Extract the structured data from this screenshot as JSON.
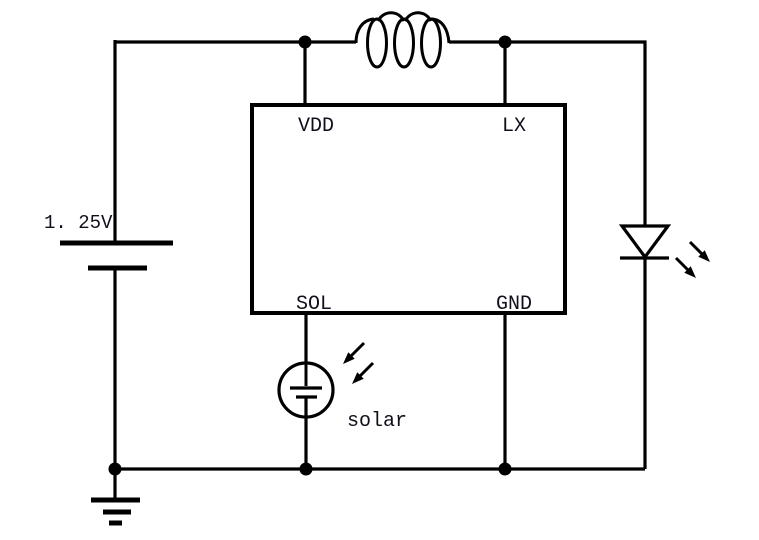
{
  "schematic": {
    "background_color": "#ffffff",
    "wire_color": "#000000",
    "label_color": "#10101c",
    "ic_block": {
      "pin_labels": {
        "vdd": "VDD",
        "lx": "LX",
        "sol": "SOL",
        "gnd": "GND"
      }
    },
    "battery": {
      "voltage_label": "1. 25V"
    },
    "solar_cell": {
      "label": "solar"
    },
    "symbols": {
      "inductor": "coil-inductor-icon",
      "battery": "battery-cell-icon",
      "led": "led-diode-with-emission-arrows-icon",
      "solar_cell": "photo-cell-with-incident-light-arrows-icon",
      "ground": "earth-ground-icon",
      "junction": "junction-dot"
    }
  }
}
